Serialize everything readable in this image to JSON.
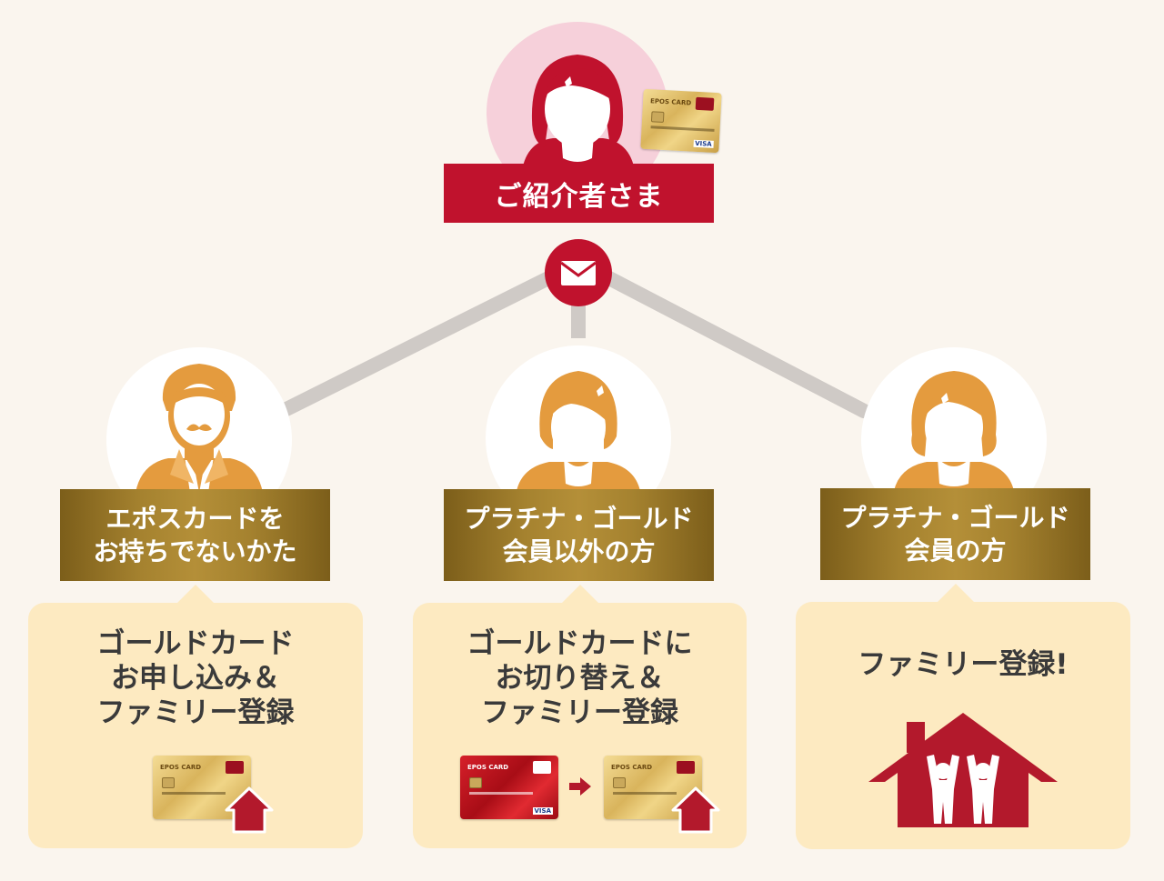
{
  "colors": {
    "red": "#c0122d",
    "dark_red": "#b3192c",
    "orange": "#e49b3e",
    "gold": "#a5822f",
    "panel": "#fdeac1",
    "line": "#cfcac6",
    "background": "#faf5ee"
  },
  "referrer": {
    "label": "ご紹介者さま",
    "icon": "woman-avatar-icon"
  },
  "envelope": {
    "icon": "envelope-icon"
  },
  "targets": [
    {
      "label_lines": [
        "エポスカードを",
        "お持ちでないかた"
      ],
      "panel_lines": [
        "ゴールドカード",
        "お申し込み＆",
        "ファミリー登録"
      ],
      "icon": "man-avatar-icon"
    },
    {
      "label_lines": [
        "プラチナ・ゴールド",
        "会員以外の方"
      ],
      "panel_lines": [
        "ゴールドカードに",
        "お切り替え＆",
        "ファミリー登録"
      ],
      "icon": "woman-short-hair-avatar-icon"
    },
    {
      "label_lines": [
        "プラチナ・ゴールド",
        "会員の方"
      ],
      "panel_lines": [
        "ファミリー登録!"
      ],
      "icon": "woman-avatar-icon"
    }
  ],
  "cards": {
    "brand": "EPOS CARD",
    "network": "VISA"
  }
}
